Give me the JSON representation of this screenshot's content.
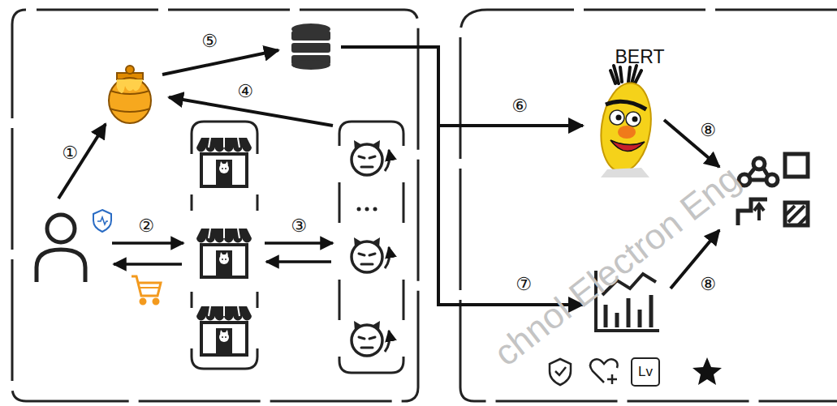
{
  "diagram": {
    "nodes": [
      {
        "text": [
          "BERT"
        ]
      },
      {
        "text": [
          "Lv"
        ]
      }
    ],
    "labels": [
      "①",
      "②",
      "③",
      "④",
      "⑤",
      "⑥",
      "⑦",
      "⑧",
      "⑧",
      "chnol Electron Eng"
    ]
  }
}
